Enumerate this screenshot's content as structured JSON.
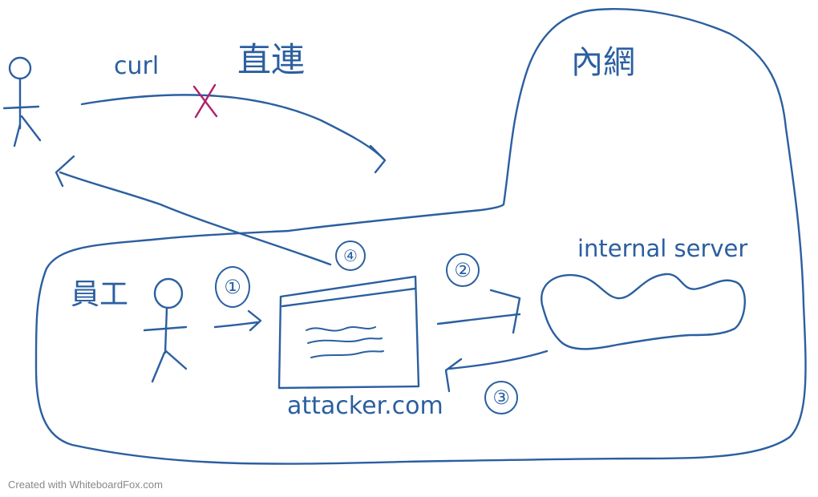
{
  "labels": {
    "curl": "curl",
    "direct_connect": "直連",
    "intranet": "內網",
    "employee": "員工",
    "internal_server": "internal server",
    "attacker_site": "attacker.com"
  },
  "steps": [
    "①",
    "②",
    "③",
    "④"
  ],
  "footer": "Created with WhiteboardFox.com",
  "colors": {
    "ink": "#2b5fa0",
    "cross": "#b0206a"
  }
}
